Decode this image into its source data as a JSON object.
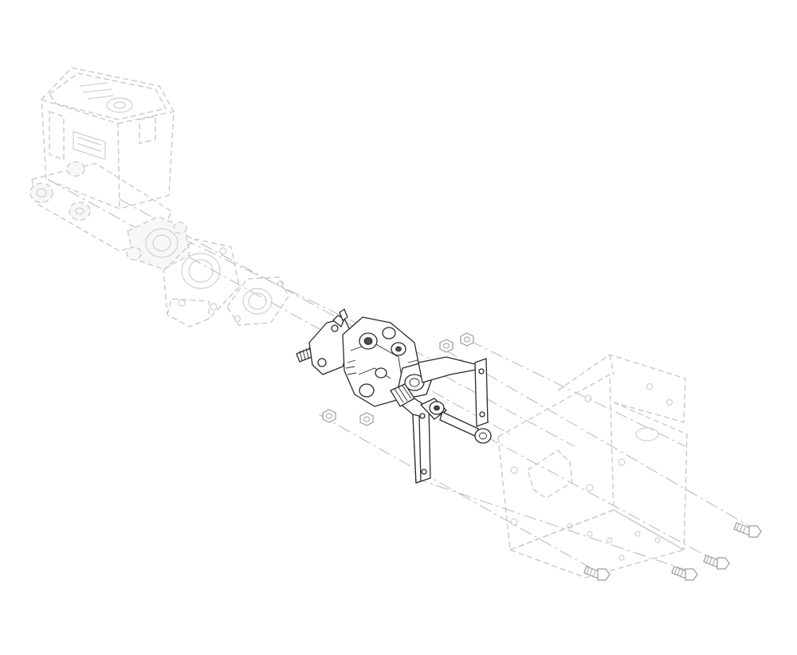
{
  "diagram": {
    "parts": [
      {
        "name": "master-cylinder-reservoir",
        "highlighted": false
      },
      {
        "name": "adapter-plate",
        "highlighted": false
      },
      {
        "name": "gasket",
        "highlighted": false
      },
      {
        "name": "valve-assembly",
        "highlighted": true
      },
      {
        "name": "mounting-bracket",
        "highlighted": true
      },
      {
        "name": "pushrod",
        "highlighted": true
      },
      {
        "name": "firewall-bracket",
        "highlighted": false
      },
      {
        "name": "nuts",
        "highlighted": false,
        "count": 4
      },
      {
        "name": "bolts",
        "highlighted": false,
        "count": 4
      }
    ],
    "colors": {
      "ghost_outline": "#c9c9c9",
      "highlight_ink": "#2a2a2a",
      "background": "#ffffff"
    }
  }
}
